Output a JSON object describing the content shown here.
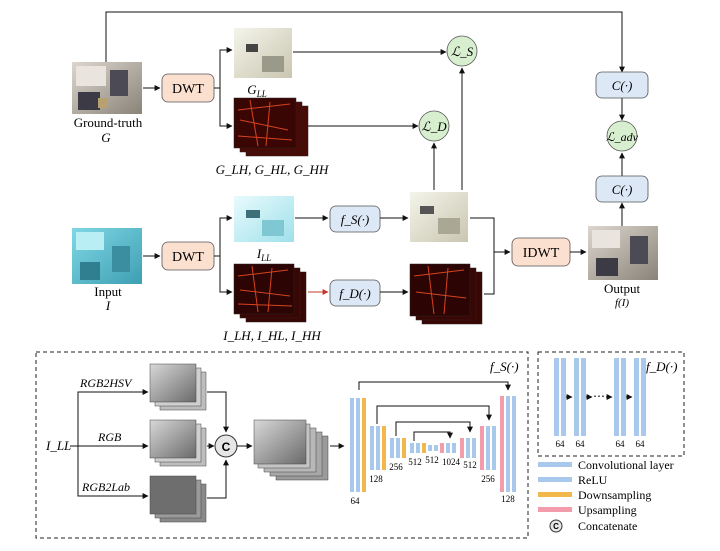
{
  "top": {
    "gt_label": "Ground-truth",
    "gt_symbol": "G",
    "dwt": "DWT",
    "gll": "G",
    "gll_sub": "LL",
    "ghigh": "G_LH, G_HL, G_HH",
    "loss_s": "ℒ_S",
    "loss_d": "ℒ_D",
    "loss_adv": "ℒ_adv",
    "c_fn": "C(·)"
  },
  "mid": {
    "input_label": "Input",
    "input_symbol": "I",
    "dwt": "DWT",
    "ill": "I",
    "ill_sub": "LL",
    "ihigh": "I_LH, I_HL, I_HH",
    "fs": "f_S(·)",
    "fd": "f_D(·)",
    "idwt": "IDWT",
    "output_label": "Output",
    "output_symbol": "f(I)"
  },
  "fs_panel": {
    "title": "f_S(·)",
    "input": "I_LL",
    "branches": [
      "RGB2HSV",
      "RGB",
      "RGB2Lab"
    ],
    "concat": "C",
    "unet_labels": [
      "64",
      "128",
      "256",
      "512",
      "512",
      "1024",
      "512",
      "256",
      "128"
    ]
  },
  "fd_panel": {
    "title": "f_D(·)",
    "channel_labels": [
      "64",
      "64",
      "64",
      "64"
    ],
    "ellipsis": "⋯"
  },
  "legend": {
    "items": [
      {
        "label": "Convolutional layer",
        "color": "#a9c9ec"
      },
      {
        "label": "ReLU",
        "color": "#a9c9ec"
      },
      {
        "label": "Downsampling",
        "color": "#f2b84b"
      },
      {
        "label": "Upsampling",
        "color": "#f29cac"
      }
    ],
    "concat_symbol": "C",
    "concat_label": "Concatenate"
  },
  "colors": {
    "dwt_fill": "#fbe0d0",
    "fn_fill": "#dde8f6",
    "loss_fill": "#d7efcf",
    "conv": "#a9c9ec",
    "down": "#f2b84b",
    "up": "#f29cac"
  }
}
